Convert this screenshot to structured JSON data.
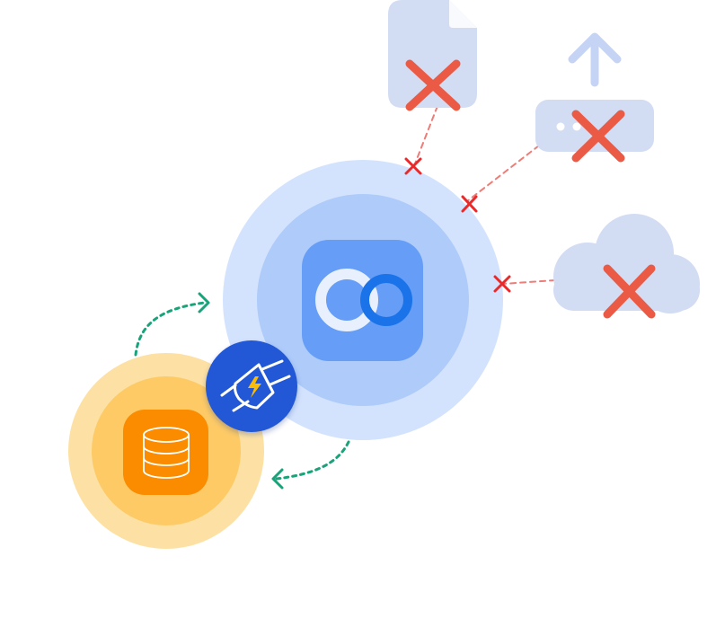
{
  "colors": {
    "background": "#ffffff",
    "hub_outer": "#d3e3fd",
    "hub_middle": "#aecbfa",
    "hub_tile": "#669df6",
    "hub_ring_light": "#e8f0fe",
    "hub_ring_dark": "#1a73e8",
    "ghost_icon": "#d2dcf2",
    "ghost_arrow": "#c5d3f5",
    "big_x": "#ea5a44",
    "small_x": "#ea2a2a",
    "broken_link": "#ec7d78",
    "db_outer": "#fde1a4",
    "db_middle": "#fdca66",
    "db_tile": "#fb8c00",
    "db_line": "#ffffff",
    "plug_badge": "#2459d6",
    "plug_bolt": "#fbbc04",
    "sync_arrow": "#1aa37a"
  },
  "nodes": {
    "hub": {
      "icon": "linked-rings-icon"
    },
    "database": {
      "icon": "database-icon"
    },
    "connector": {
      "icon": "plug-icon"
    },
    "file": {
      "icon": "document-icon",
      "status": "disconnected"
    },
    "upload": {
      "icon": "upload-server-icon",
      "status": "disconnected"
    },
    "cloud": {
      "icon": "cloud-icon",
      "status": "disconnected"
    }
  },
  "links": [
    {
      "from": "hub",
      "to": "file",
      "status": "broken"
    },
    {
      "from": "hub",
      "to": "upload",
      "status": "broken"
    },
    {
      "from": "hub",
      "to": "cloud",
      "status": "broken"
    },
    {
      "from": "database",
      "to": "hub",
      "status": "syncing"
    },
    {
      "from": "hub",
      "to": "database",
      "status": "syncing"
    }
  ]
}
